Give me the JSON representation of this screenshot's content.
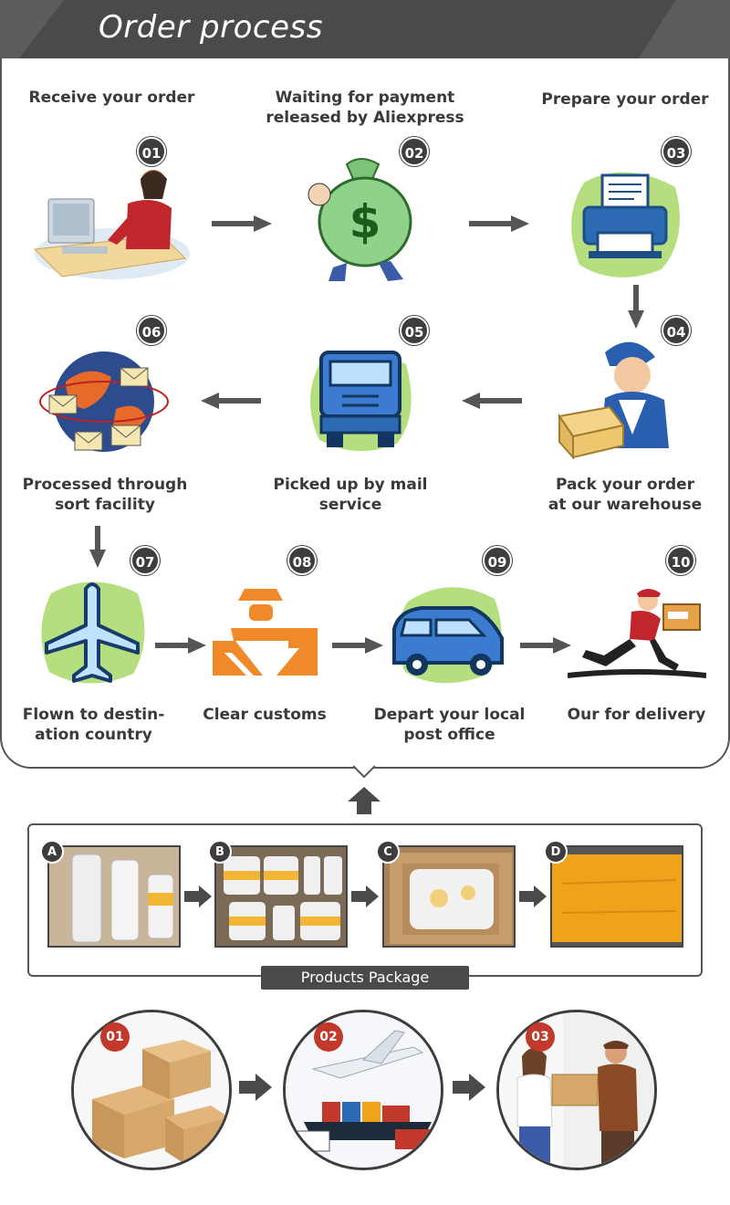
{
  "header": {
    "title": "Order process"
  },
  "steps": [
    {
      "number": "01",
      "label": "Receive your order"
    },
    {
      "number": "02",
      "label": "Waiting for payment\nreleased by Aliexpress"
    },
    {
      "number": "03",
      "label": "Prepare your order"
    },
    {
      "number": "04",
      "label": "Pack your order\nat our warehouse"
    },
    {
      "number": "05",
      "label": "Picked up by mail\nservice"
    },
    {
      "number": "06",
      "label": "Processed through\nsort facility"
    },
    {
      "number": "07",
      "label": "Flown to destin-\nation country"
    },
    {
      "number": "08",
      "label": "Clear customs"
    },
    {
      "number": "09",
      "label": "Depart your local\npost office"
    },
    {
      "number": "10",
      "label": "Our for delivery"
    }
  ],
  "package": {
    "caption": "Products Package",
    "photos": [
      {
        "letter": "A"
      },
      {
        "letter": "B"
      },
      {
        "letter": "C"
      },
      {
        "letter": "D"
      }
    ]
  },
  "delivery": [
    {
      "number": "01"
    },
    {
      "number": "02"
    },
    {
      "number": "03"
    }
  ],
  "colors": {
    "banner": "#4a4a4a",
    "badge": "#3d3d3d",
    "accent_green": "#b5df7e",
    "delivery_badge": "#c0392b",
    "customs_orange": "#f0892a"
  }
}
